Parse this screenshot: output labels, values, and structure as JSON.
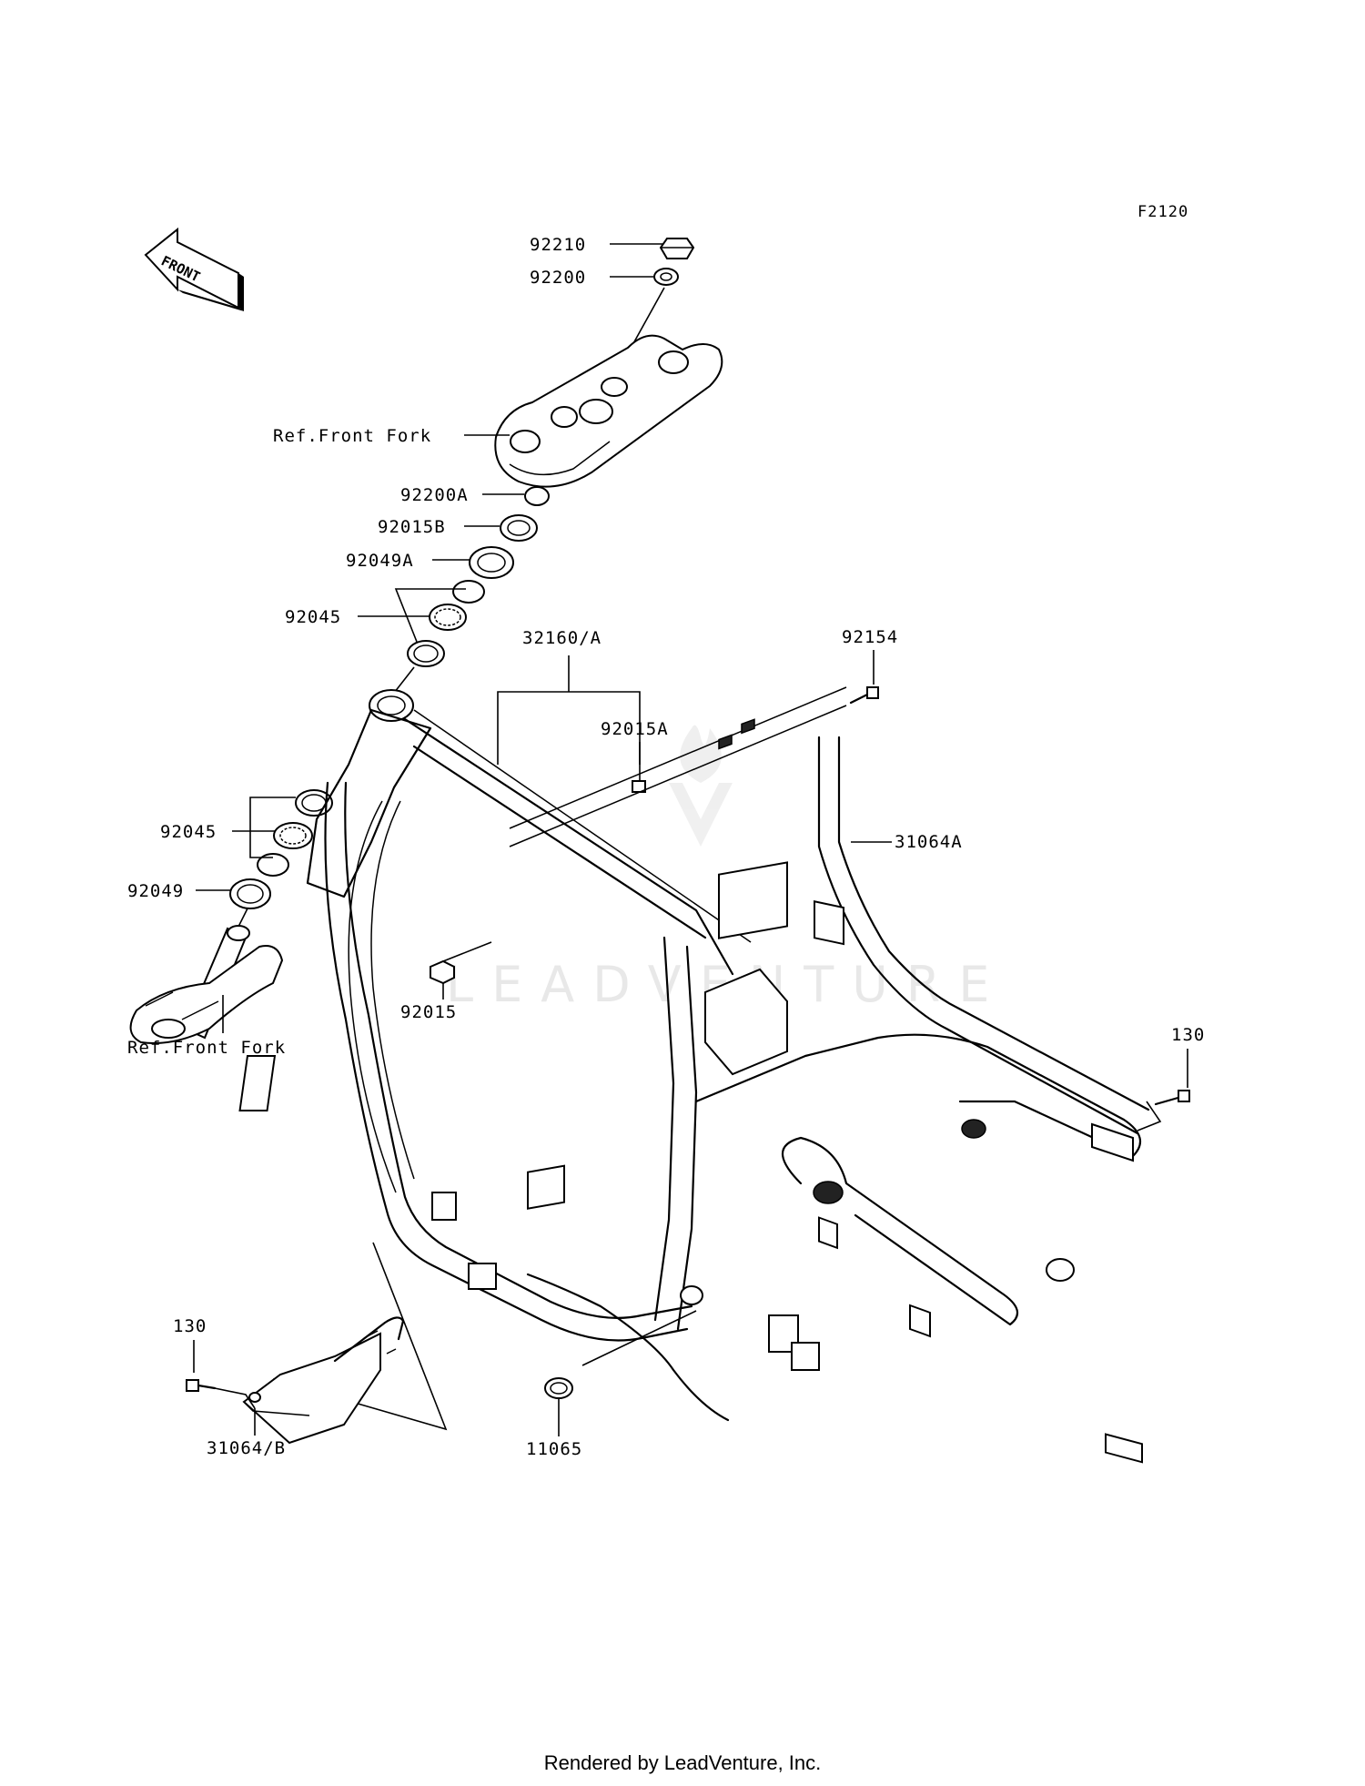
{
  "figure_code": "F2120",
  "front_badge": "FRONT",
  "watermark": "LEADVENTURE",
  "labels": {
    "p92210": "92210",
    "p92200": "92200",
    "ref_front_fork_top": "Ref.Front Fork",
    "p92200A": "92200A",
    "p92015B": "92015B",
    "p92049A": "92049A",
    "p92045_top": "92045",
    "p32160A": "32160/A",
    "p92154": "92154",
    "p92015A": "92015A",
    "p31064A": "31064A",
    "p92045_low": "92045",
    "p92049": "92049",
    "p92015": "92015",
    "ref_front_fork_low": "Ref.Front Fork",
    "p130_right": "130",
    "p130_left": "130",
    "p31064B": "31064/B",
    "p11065": "11065"
  },
  "footer": "Rendered by LeadVenture, Inc."
}
